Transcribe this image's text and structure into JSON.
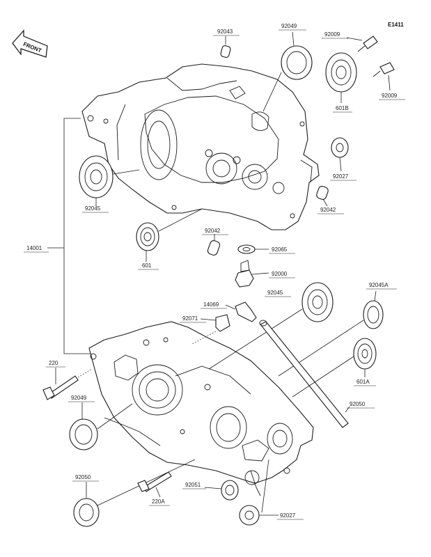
{
  "diagram": {
    "code": "E1411",
    "front_label": "FRONT",
    "labels": {
      "p92043": "92043",
      "p92049_top": "92049",
      "p92009": "92009",
      "p601B": "601B",
      "p92009B": "92009",
      "p92027_top": "92027",
      "p92042_r": "92042",
      "p92045_l": "92045",
      "p601": "601",
      "p92042_m": "92042",
      "p92065": "92065",
      "p92000": "92000",
      "p14001": "14001",
      "p92045_m": "92045",
      "p92045A": "92045A",
      "p14069": "14069",
      "p92071": "92071",
      "p220": "220",
      "p601A": "601A",
      "p92049_b": "92049",
      "p92050_r": "92050",
      "p92050_l": "92050",
      "p220A": "220A",
      "p92051": "92051",
      "p92027_b": "92027"
    }
  }
}
